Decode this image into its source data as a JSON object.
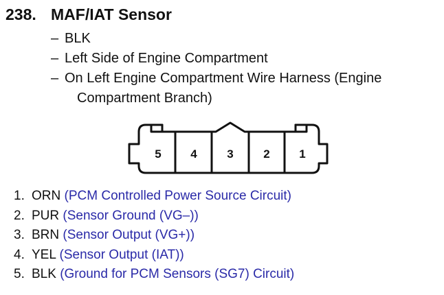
{
  "heading": {
    "number": "238.",
    "title": "MAF/IAT Sensor"
  },
  "details": {
    "dash": "–",
    "color": "BLK",
    "location": "Left Side of Engine Compartment",
    "harness_line1": "On Left Engine Compartment Wire Harness (Engine",
    "harness_line2": "Compartment Branch)"
  },
  "connector": {
    "terminals": [
      "5",
      "4",
      "3",
      "2",
      "1"
    ]
  },
  "pins": [
    {
      "index": "1.",
      "wire": "ORN",
      "description": "(PCM Controlled Power Source Circuit)"
    },
    {
      "index": "2.",
      "wire": "PUR",
      "description": "(Sensor Ground (VG–))"
    },
    {
      "index": "3.",
      "wire": "BRN",
      "description": "(Sensor Output (VG+))"
    },
    {
      "index": "4.",
      "wire": "YEL",
      "description": "(Sensor Output (IAT))"
    },
    {
      "index": "5.",
      "wire": "BLK",
      "description": "(Ground for PCM Sensors (SG7) Circuit)"
    }
  ],
  "colors": {
    "text": "#111111",
    "circuit_description": "#2a2aa8"
  }
}
